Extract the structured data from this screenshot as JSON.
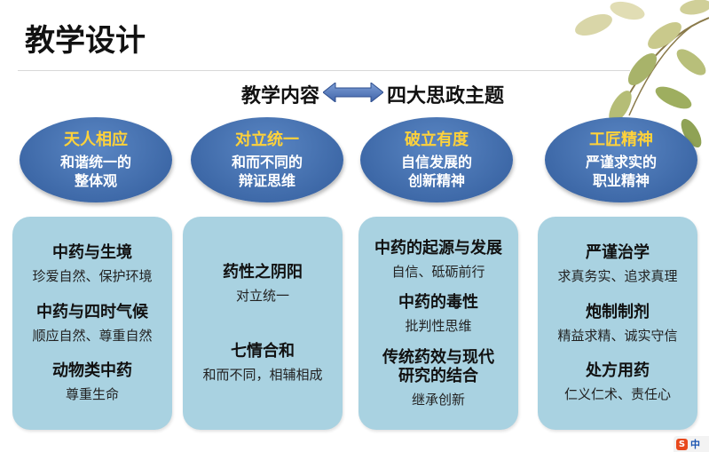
{
  "slide": {
    "title": "教学设计",
    "relation": {
      "left": "教学内容",
      "right": "四大思政主题",
      "arrow_icon": "double-arrow-icon",
      "arrow_color": "#4a6fb5"
    },
    "colors": {
      "oval": "#3e69a8",
      "oval_title": "#ffd23a",
      "card": "#a9d2e1"
    },
    "themes": [
      {
        "title": "天人相应",
        "description": "和谐统一的\n整体观",
        "topics": [
          {
            "title": "中药与生境",
            "value": "珍爱自然、保护环境"
          },
          {
            "title": "中药与四时气候",
            "value": "顺应自然、尊重自然"
          },
          {
            "title": "动物类中药",
            "value": "尊重生命"
          }
        ]
      },
      {
        "title": "对立统一",
        "description": "和而不同的\n辩证思维",
        "topics": [
          {
            "title": "药性之阴阳",
            "value": "对立统一"
          },
          {
            "title": "七情合和",
            "value": "和而不同，相辅相成"
          }
        ]
      },
      {
        "title": "破立有度",
        "description": "自信发展的\n创新精神",
        "topics": [
          {
            "title": "中药的起源与发展",
            "value": "自信、砥砺前行"
          },
          {
            "title": "中药的毒性",
            "value": "批判性思维"
          },
          {
            "title": "传统药效与现代\n研究的结合",
            "value": "继承创新"
          }
        ]
      },
      {
        "title": "工匠精神",
        "description": "严谨求实的\n职业精神",
        "topics": [
          {
            "title": "严谨治学",
            "value": "求真务实、追求真理"
          },
          {
            "title": "炮制制剂",
            "value": "精益求精、诚实守信"
          },
          {
            "title": "处方用药",
            "value": "仁义仁术、责任心"
          }
        ]
      }
    ]
  },
  "ime_badge": {
    "logo": "S",
    "label": "中"
  }
}
